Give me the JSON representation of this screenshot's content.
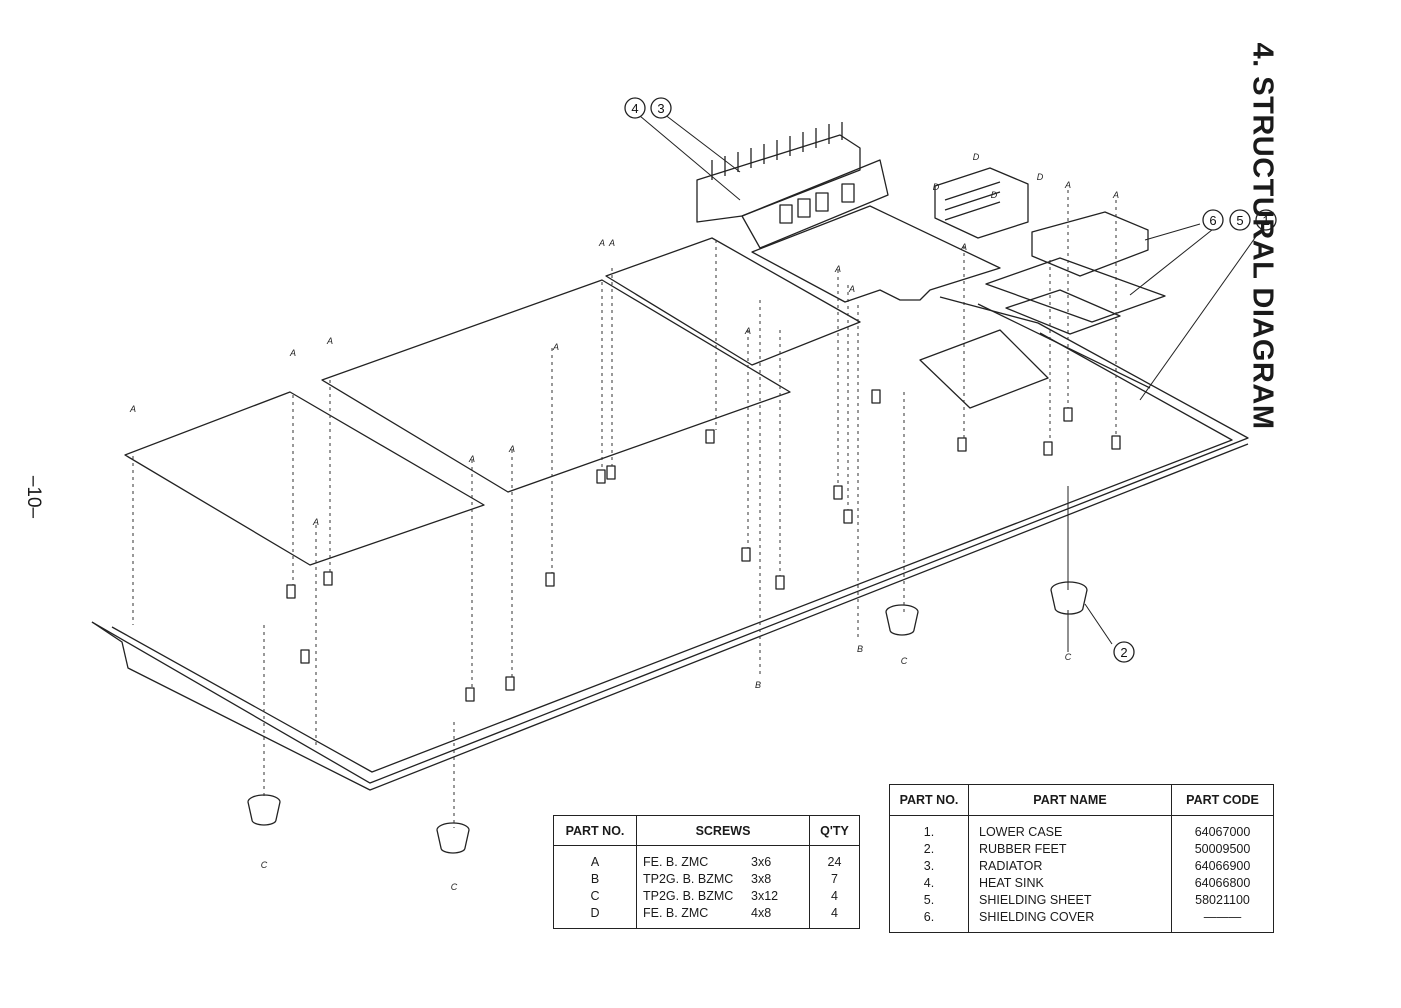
{
  "title": "4. STRUCTURAL DIAGRAM",
  "page_number": "–10–",
  "callouts": [
    "1",
    "2",
    "3",
    "4",
    "5",
    "6"
  ],
  "labels": {
    "screw_a": "A",
    "screw_b": "B",
    "screw_c": "C",
    "screw_d": "D"
  },
  "screws_table": {
    "headers": [
      "PART NO.",
      "SCREWS",
      "Q'TY"
    ],
    "rows": [
      {
        "part_no": "A",
        "name": "FE. B. ZMC",
        "size": "3x6",
        "qty": "24"
      },
      {
        "part_no": "B",
        "name": "TP2G. B. BZMC",
        "size": "3x8",
        "qty": "7"
      },
      {
        "part_no": "C",
        "name": "TP2G. B. BZMC",
        "size": "3x12",
        "qty": "4"
      },
      {
        "part_no": "D",
        "name": "FE. B. ZMC",
        "size": "4x8",
        "qty": "4"
      }
    ]
  },
  "parts_table": {
    "headers": [
      "PART NO.",
      "PART NAME",
      "PART CODE"
    ],
    "rows": [
      {
        "part_no": "1.",
        "name": "LOWER CASE",
        "code": "64067000"
      },
      {
        "part_no": "2.",
        "name": "RUBBER FEET",
        "code": "50009500"
      },
      {
        "part_no": "3.",
        "name": "RADIATOR",
        "code": "64066900"
      },
      {
        "part_no": "4.",
        "name": "HEAT SINK",
        "code": "64066800"
      },
      {
        "part_no": "5.",
        "name": "SHIELDING SHEET",
        "code": "58021100"
      },
      {
        "part_no": "6.",
        "name": "SHIELDING COVER",
        "code": "———"
      }
    ]
  }
}
